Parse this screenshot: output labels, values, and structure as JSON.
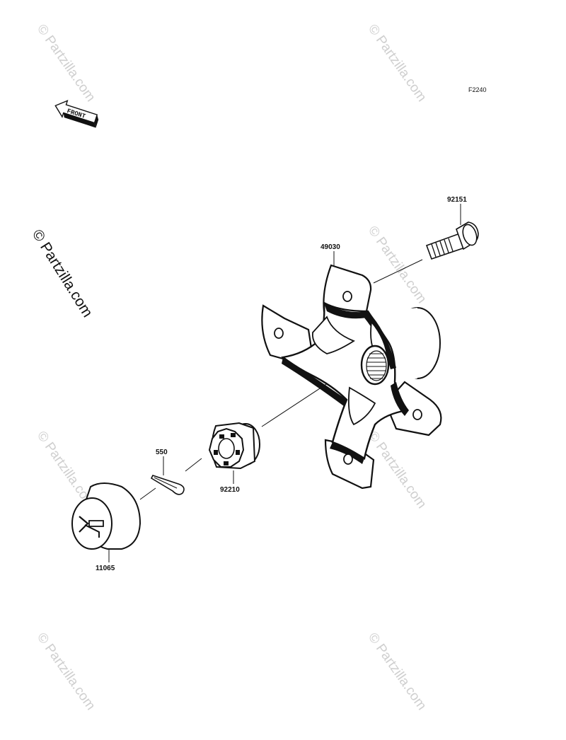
{
  "figure_code": "F2240",
  "front_label": "FRONT",
  "watermark_text": "© Partzilla.com",
  "parts": [
    {
      "number": "92151",
      "name": "stud"
    },
    {
      "number": "49030",
      "name": "hub"
    },
    {
      "number": "550",
      "name": "cotter-pin"
    },
    {
      "number": "92210",
      "name": "castle-nut"
    },
    {
      "number": "11065",
      "name": "hub-cap"
    }
  ],
  "colors": {
    "ink": "#111111",
    "watermark": "#cfcfcf",
    "background": "#ffffff"
  }
}
